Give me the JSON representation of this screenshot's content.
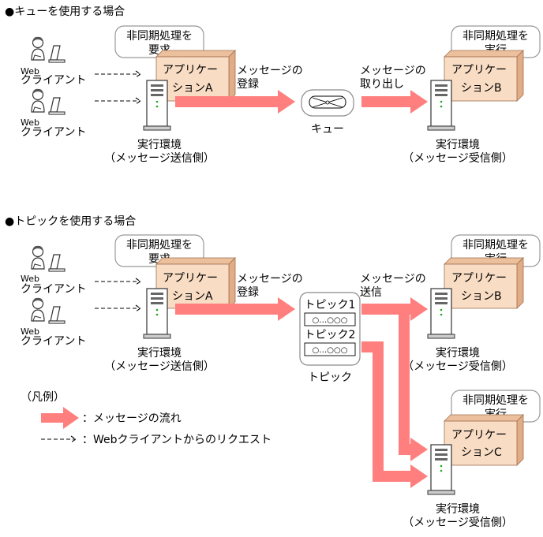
{
  "colors": {
    "arrow": "#ff7f7f",
    "app_box": "#f8dcc4",
    "app_box_side": "#e7b894",
    "bubble_border": "#999999",
    "queue_border": "#8a8a8a"
  },
  "icons": [
    "person-icon",
    "laptop-icon",
    "server-icon",
    "queue-icon",
    "topic-icon"
  ],
  "queue_section": {
    "heading": "●キューを使用する場合",
    "web_label": "Web",
    "client_label": "クライアント",
    "bubble_left": [
      "非同期処理を",
      "要求"
    ],
    "bubble_right": [
      "非同期処理を",
      "実行"
    ],
    "app_a": [
      "アプリケー",
      "ションA"
    ],
    "app_b": [
      "アプリケー",
      "ションB"
    ],
    "register_label": [
      "メッセージの",
      "登録"
    ],
    "retrieve_label": [
      "メッセージの",
      "取り出し"
    ],
    "queue_label": "キュー",
    "env_send": [
      "実行環境",
      "（メッセージ送信側）"
    ],
    "env_recv": [
      "実行環境",
      "（メッセージ受信側）"
    ]
  },
  "topic_section": {
    "heading": "●トピックを使用する場合",
    "web_label": "Web",
    "client_label": "クライアント",
    "bubble_left": [
      "非同期処理を",
      "要求"
    ],
    "bubble_right_b": [
      "非同期処理を",
      "実行"
    ],
    "bubble_right_c": [
      "非同期処理を",
      "実行"
    ],
    "app_a": [
      "アプリケー",
      "ションA"
    ],
    "app_b": [
      "アプリケー",
      "ションB"
    ],
    "app_c": [
      "アプリケー",
      "ションC"
    ],
    "register_label": [
      "メッセージの",
      "登録"
    ],
    "send_label": [
      "メッセージの",
      "送信"
    ],
    "topic1": "トピック1",
    "topic2": "トピック2",
    "topic_msgs": "○…○○○",
    "topic_label": "トピック",
    "env_send": [
      "実行環境",
      "（メッセージ送信側）"
    ],
    "env_recv_b": [
      "実行環境",
      "（メッセージ受信側）"
    ],
    "env_recv_c": [
      "実行環境",
      "（メッセージ受信側）"
    ]
  },
  "legend": {
    "title": "（凡例）",
    "message_flow": "：メッセージの流れ",
    "web_request": "：Webクライアントからのリクエスト",
    "dashed_symbol": "- - ->"
  }
}
